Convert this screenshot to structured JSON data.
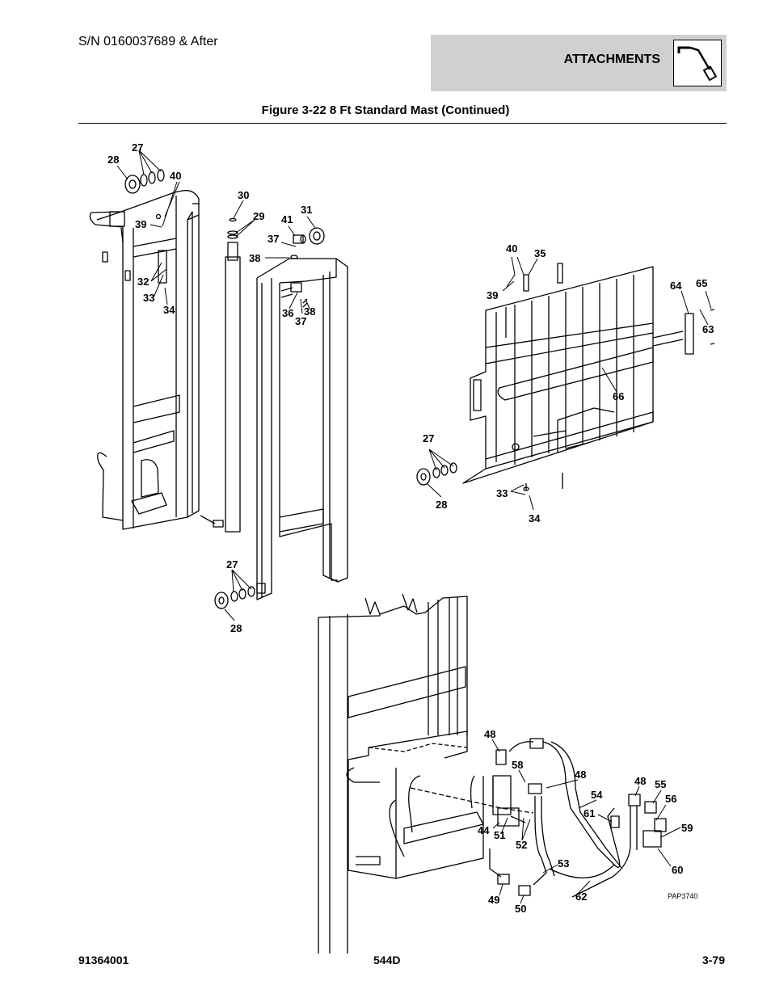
{
  "header": {
    "serial": "S/N 0160037689 & After",
    "section": "ATTACHMENTS",
    "icon": "attachment-fork-icon"
  },
  "figure": {
    "title": "Figure 3-22 8 Ft Standard Mast (Continued)",
    "drawing_code": "PAP3740",
    "callouts": {
      "c1": "27",
      "c2": "28",
      "c3": "40",
      "c4": "39",
      "c5": "30",
      "c6": "29",
      "c7": "31",
      "c8": "41",
      "c9": "37",
      "c10": "38",
      "c11": "32",
      "c12": "33",
      "c13": "34",
      "c14": "36",
      "c15": "37",
      "c16": "38",
      "c17": "27",
      "c18": "28",
      "c19": "40",
      "c20": "35",
      "c21": "39",
      "c22": "64",
      "c23": "65",
      "c24": "63",
      "c25": "66",
      "c26": "27",
      "c27": "28",
      "c28": "33",
      "c29": "34",
      "c30": "48",
      "c31": "58",
      "c32": "48",
      "c33": "54",
      "c34": "48",
      "c35": "55",
      "c36": "56",
      "c37": "61",
      "c38": "59",
      "c39": "44",
      "c40": "51",
      "c41": "52",
      "c42": "53",
      "c43": "60",
      "c44": "62",
      "c45": "49",
      "c46": "50"
    }
  },
  "footer": {
    "doc_number": "91364001",
    "model": "544D",
    "page": "3-79"
  }
}
